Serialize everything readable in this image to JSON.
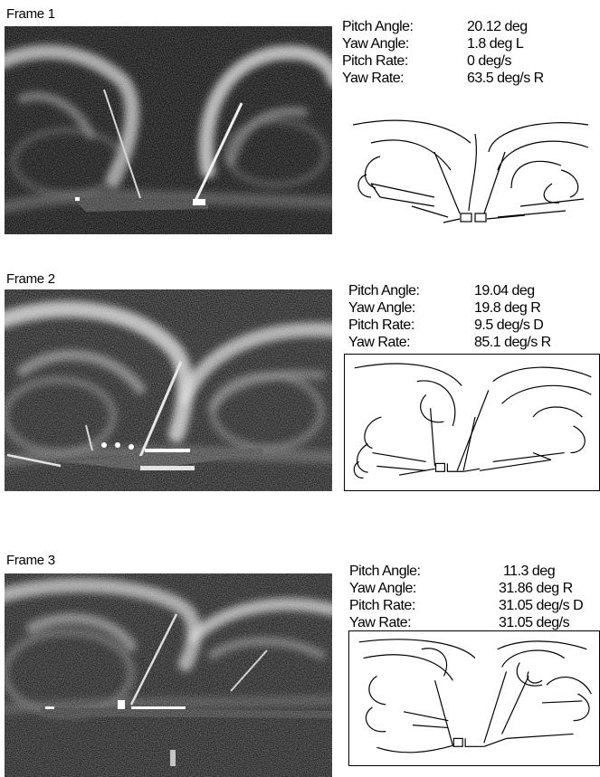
{
  "frames": [
    {
      "title": "Frame 1",
      "params": [
        {
          "label": "Pitch Angle:",
          "value": "20.12 deg"
        },
        {
          "label": "Yaw Angle:",
          "value": "1.8 deg L"
        },
        {
          "label": "Pitch Rate:",
          "value": "0 deg/s"
        },
        {
          "label": "Yaw Rate:",
          "value": "63.5 deg/s R"
        }
      ]
    },
    {
      "title": "Frame 2",
      "params": [
        {
          "label": "Pitch Angle:",
          "value": "19.04 deg"
        },
        {
          "label": "Yaw Angle:",
          "value": "19.8 deg R"
        },
        {
          "label": "Pitch Rate:",
          "value": "9.5 deg/s D"
        },
        {
          "label": "Yaw Rate:",
          "value": "85.1 deg/s R"
        }
      ]
    },
    {
      "title": "Frame 3",
      "params": [
        {
          "label": "Pitch Angle:",
          "value": "11.3 deg"
        },
        {
          "label": "Yaw Angle:",
          "value": "31.86 deg R"
        },
        {
          "label": "Pitch Rate:",
          "value": "31.05 deg/s D"
        },
        {
          "label": "Yaw Rate:",
          "value": "31.05 deg/s"
        }
      ]
    }
  ]
}
